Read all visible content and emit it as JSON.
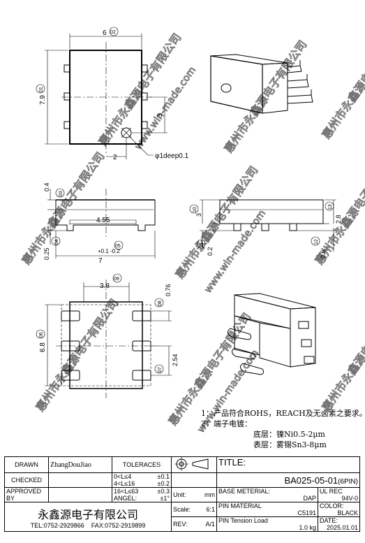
{
  "watermark": {
    "company_cn": "惠州市永鑫源电子有限公司",
    "site": "www.win-made.com"
  },
  "dims": {
    "width": "6",
    "width_id": "02",
    "height": "7.9",
    "height_id": "01",
    "pin_offset": "3",
    "hole_offset": "2",
    "hole": "φ1deep0.1",
    "top_thk": "0.4",
    "top_thk_id": "03",
    "inner": "4.55",
    "total_len": "7",
    "total_len_tol": "+0.1 -0.2",
    "total_len_id": "05",
    "base_thk": "0.25",
    "base_thk_id": "04",
    "side_h": "3",
    "side_h_id": "10",
    "side_pin": "0.2",
    "side_pin_id": "11",
    "side_top": "2.8",
    "side_top_id": "13",
    "side_bot": "0.6",
    "side_bot_id": "12",
    "bot_w": "3.8",
    "bot_w_id": "09",
    "pad_h": "0.76",
    "pad_h_id": "08",
    "bot_h": "6.8",
    "bot_h_id": "06",
    "pitch": "2.54",
    "pitch_id": "07"
  },
  "notes": {
    "line1": "1：产品符合ROHS，REACH及无卤素之要求。",
    "line2": "2：端子电镀：",
    "line3": "底层：镍Ni0.5-2μm",
    "line4": "表层：雾锡Sn3-8μm"
  },
  "title_block": {
    "drawn_label": "DRAWN",
    "drawn_value": "ZhangDouJiao",
    "checked_label": "CHECKED",
    "approved_label": "APPROVED BY",
    "tol_header": "TOLERACES",
    "tol_row1_range": "0<L≤4",
    "tol_row1_val": "±0.1",
    "tol_row2_range": "4<L≤16",
    "tol_row2_val": "±0.2",
    "tol_row3_range": "16<L≤63",
    "tol_row3_val": "±0.3",
    "tol_angle_label": "ANGEL:",
    "tol_angle_val": "±1°",
    "company": "永鑫源电子有限公司",
    "tel": "TEL:0752-2929866",
    "fax": "FAX:0752-2919899",
    "unit_label": "Unit:",
    "unit_value": "mm",
    "scale_label": "Scale:",
    "scale_value": "6:1",
    "rev_label": "REV:",
    "rev_value": "A/1",
    "title_label": "TITLE:",
    "part_no": "BA025-05-01",
    "part_pins": "(6PIN)",
    "base_mat_label": "BASE METERIAL:",
    "base_mat_value": "DAP",
    "ul_label": "UL REC",
    "ul_value": "94V-0",
    "pin_mat_label": "PIN MATERIAL",
    "pin_mat_value": "C5191",
    "color_label": "COLOR:",
    "color_value": "BLACK",
    "tension_label": "PIN Tension Load",
    "tension_value": "1.0 kg",
    "date_label": "DATE:",
    "date_value": "2025.01.01"
  }
}
